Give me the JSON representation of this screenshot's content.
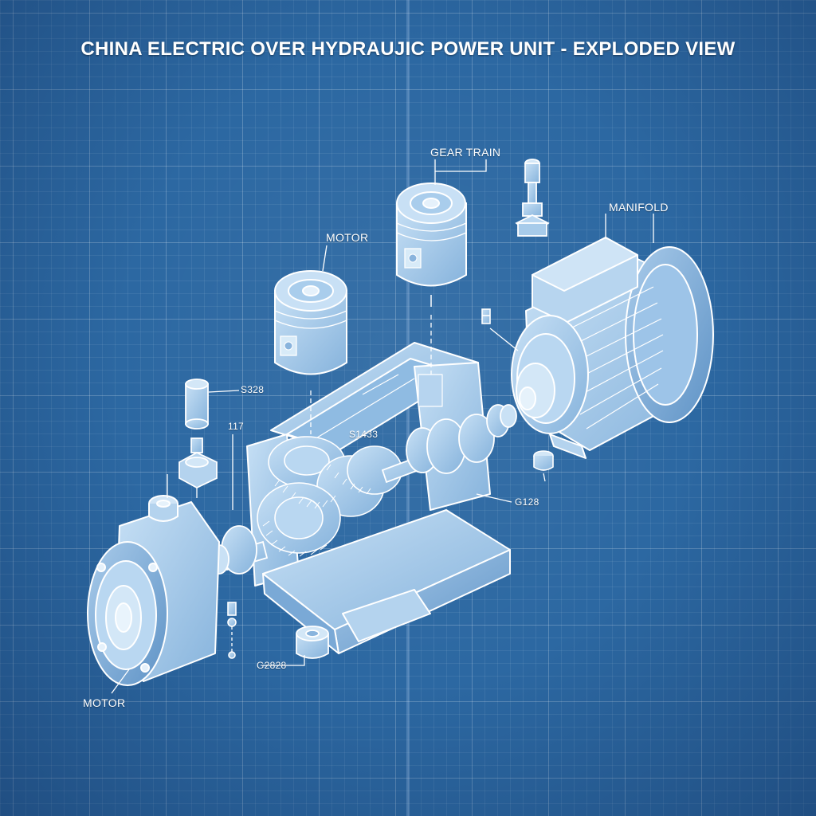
{
  "title": "CHINA ELECTRIC OVER HYDRAUJIC POWER UNIT - EXPLODED VIEW",
  "labels": {
    "gear_train": "GEAR TRAIN",
    "manifold": "MANIFOLD",
    "motor_top": "MOTOR",
    "motor_bottom": "MOTOR",
    "part_s328": "S328",
    "part_117": "117",
    "part_s1433": "S1433",
    "part_g128": "G128",
    "part_g2828": "G2828"
  },
  "colors": {
    "background": "#2c68a2",
    "part_fill": "#9fc7e8",
    "part_line": "#ffffff"
  }
}
